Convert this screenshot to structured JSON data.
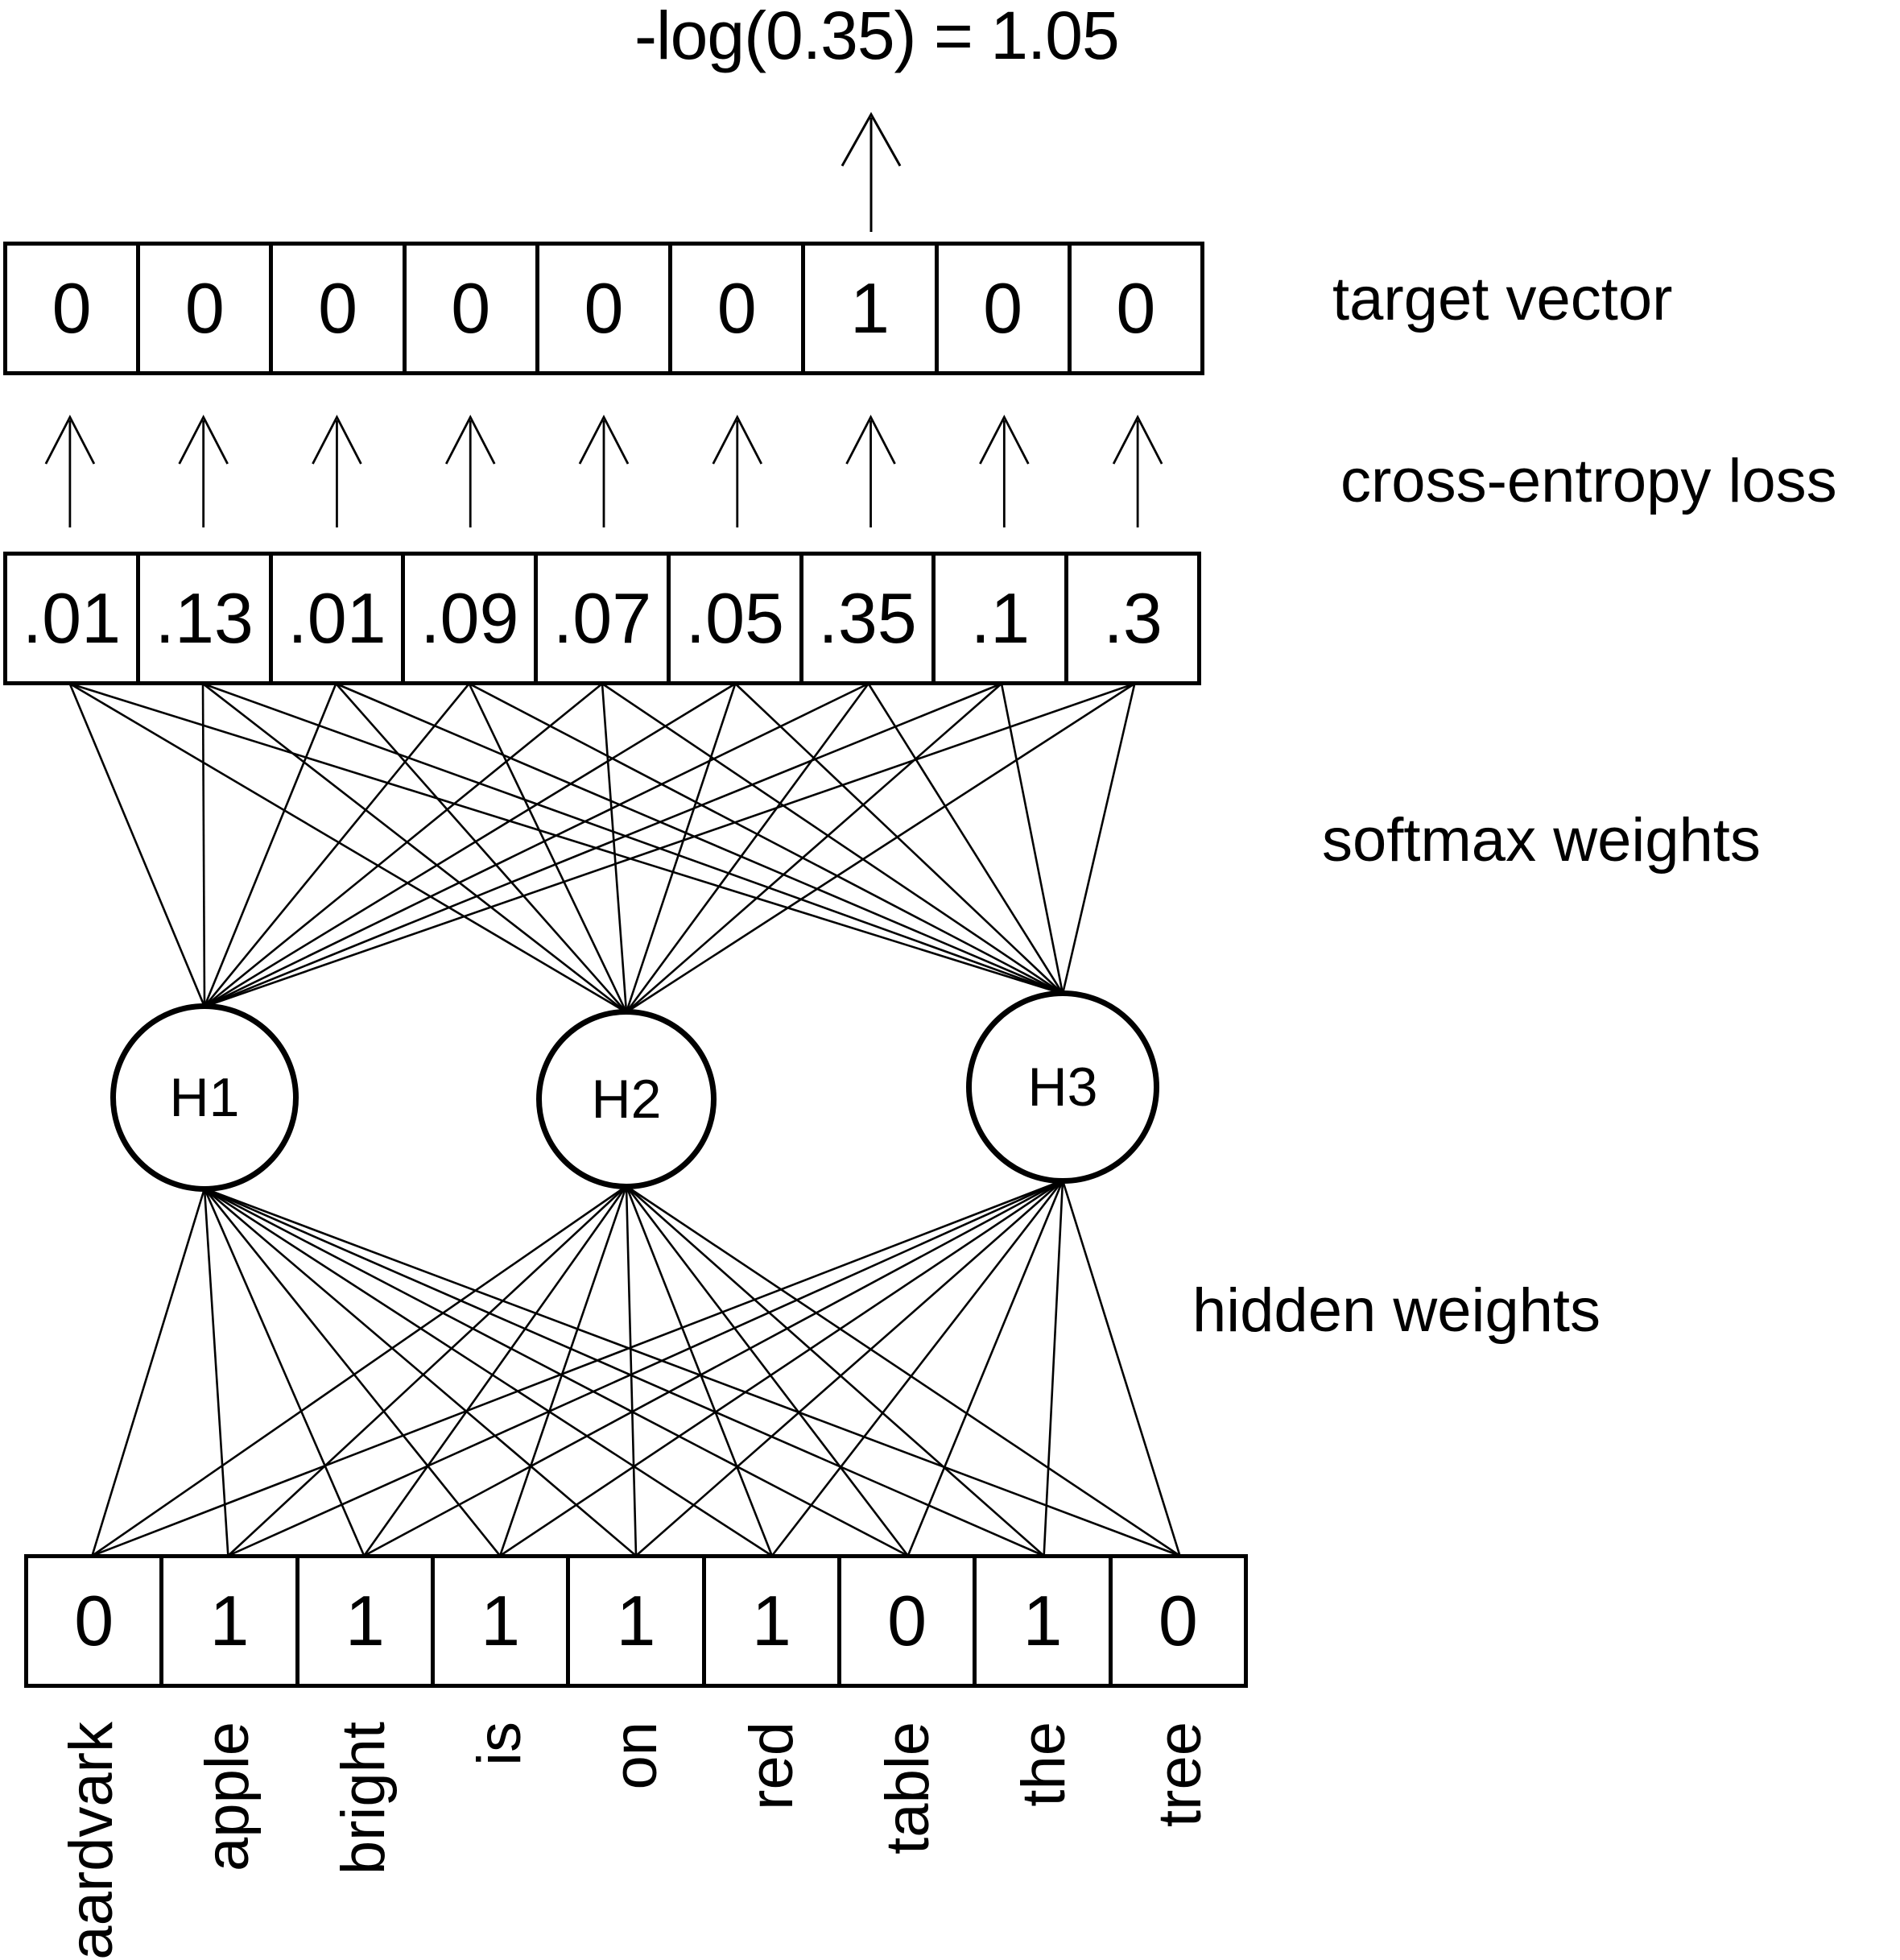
{
  "formula": "-log(0.35) = 1.05",
  "labels": {
    "target": "target vector",
    "loss": "cross-entropy loss",
    "softmax": "softmax weights",
    "hidden": "hidden weights"
  },
  "target_vector": [
    "0",
    "0",
    "0",
    "0",
    "0",
    "0",
    "1",
    "0",
    "0"
  ],
  "softmax_vector": [
    ".01",
    ".13",
    ".01",
    ".09",
    ".07",
    ".05",
    ".35",
    ".1",
    ".3"
  ],
  "input_vector": [
    "0",
    "1",
    "1",
    "1",
    "1",
    "1",
    "0",
    "1",
    "0"
  ],
  "hidden_nodes": [
    "H1",
    "H2",
    "H3"
  ],
  "words": [
    "aardvark",
    "apple",
    "bright",
    "is",
    "on",
    "red",
    "table",
    "the",
    "tree"
  ],
  "colors": {
    "ink": "#000000",
    "paper": "#ffffff"
  }
}
